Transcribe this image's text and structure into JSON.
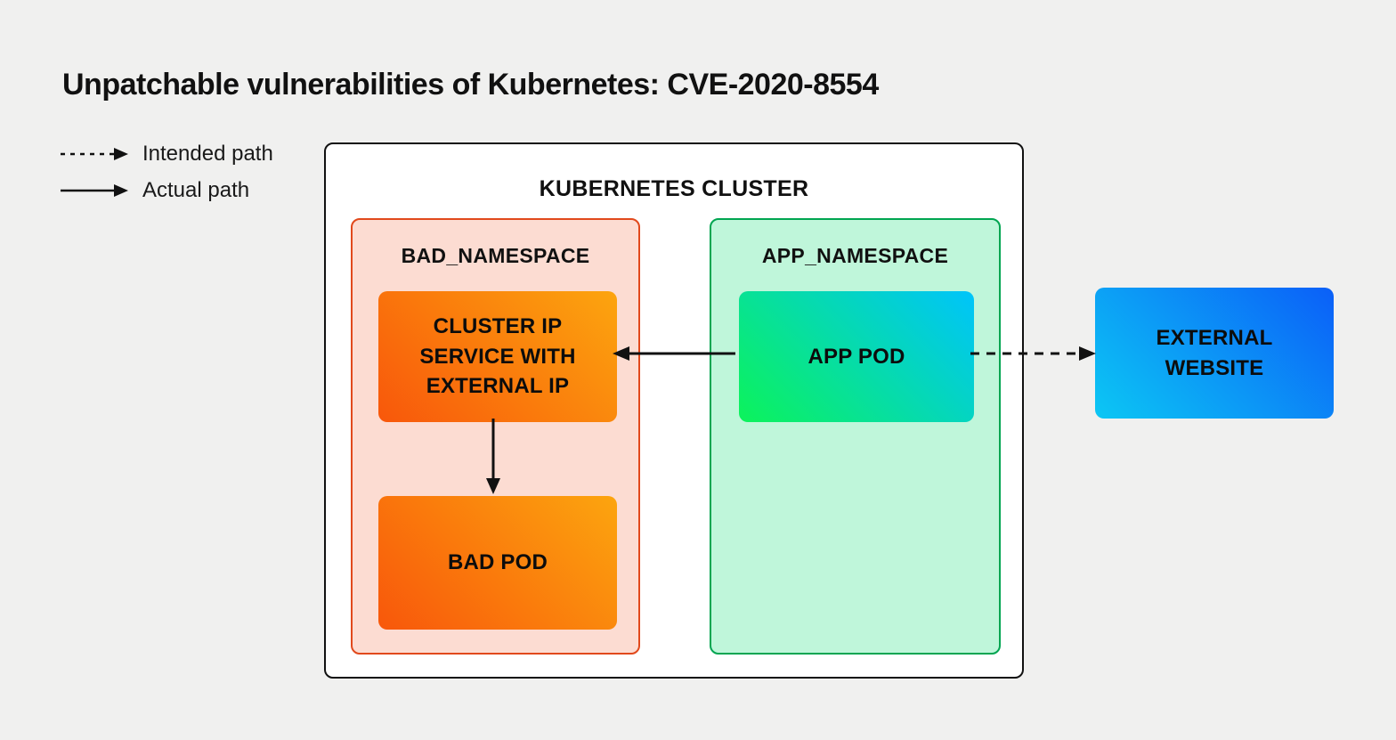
{
  "title": "Unpatchable vulnerabilities of Kubernetes: CVE-2020-8554",
  "legend": {
    "items": [
      {
        "label": "Intended path",
        "style": "dashed"
      },
      {
        "label": "Actual path",
        "style": "solid"
      }
    ]
  },
  "cluster": {
    "label": "KUBERNETES CLUSTER",
    "namespaces": [
      {
        "id": "bad_namespace",
        "label": "BAD_NAMESPACE",
        "bg": "#fcdcd2",
        "border": "#e1491c",
        "nodes": [
          {
            "id": "cluster_ip_service",
            "label": "CLUSTER IP SERVICE WITH EXTERNAL IP"
          },
          {
            "id": "bad_pod",
            "label": "BAD POD"
          }
        ]
      },
      {
        "id": "app_namespace",
        "label": "APP_NAMESPACE",
        "bg": "#bff6da",
        "border": "#00a551",
        "nodes": [
          {
            "id": "app_pod",
            "label": "APP POD"
          }
        ]
      }
    ]
  },
  "external": {
    "id": "external_website",
    "label": "EXTERNAL WEBSITE"
  },
  "edges": [
    {
      "from": "app_pod",
      "to": "external_website",
      "style": "dashed",
      "meaning": "Intended path"
    },
    {
      "from": "app_pod",
      "to": "cluster_ip_service",
      "style": "solid",
      "meaning": "Actual path"
    },
    {
      "from": "cluster_ip_service",
      "to": "bad_pod",
      "style": "solid",
      "meaning": "Actual path"
    }
  ],
  "colors": {
    "page_bg": "#f0f0ef",
    "cluster_bg": "#ffffff",
    "cluster_border": "#111111",
    "arrow": "#111111",
    "orange_gradient": [
      "#f8570b",
      "#fca50e"
    ],
    "green_cyan_gradient": [
      "#0cf35a",
      "#00c4fb"
    ],
    "cyan_blue_gradient": [
      "#0cc7f4",
      "#0b5ff8"
    ]
  }
}
